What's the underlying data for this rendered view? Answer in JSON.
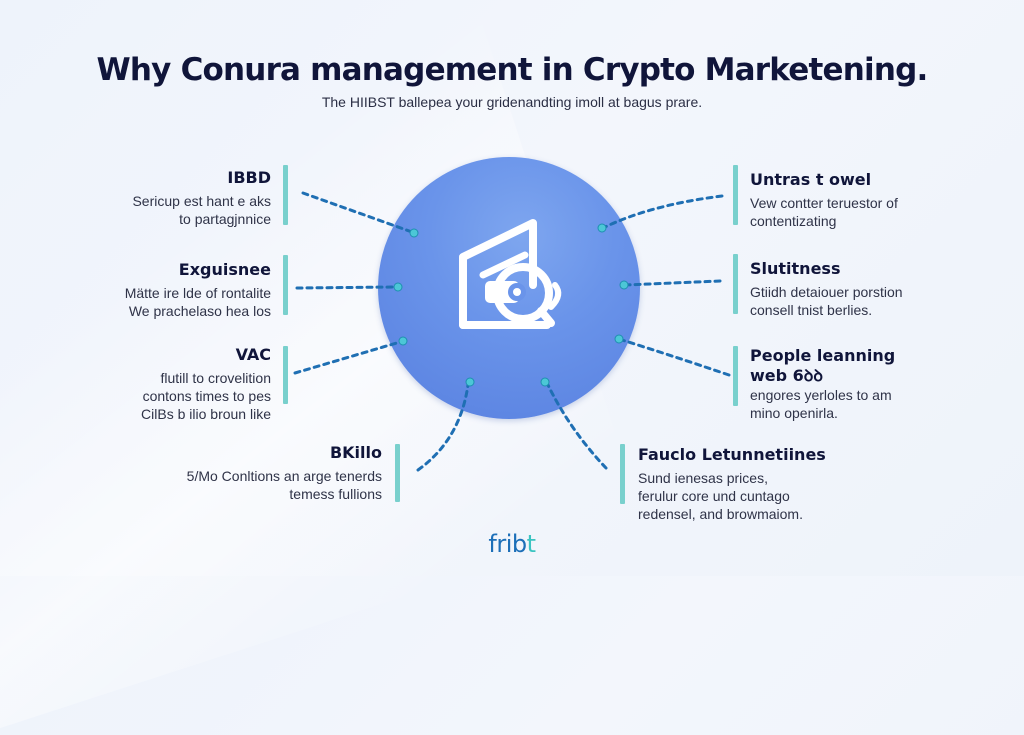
{
  "header": {
    "title": "Why Conura management  in Crypto Marketening.",
    "subtitle": "The HIIBST ballepea your gridenandting imoll at bagus prare."
  },
  "center": {
    "icon": "document-magnifier-logo-icon",
    "circle_color": "#6a94ea"
  },
  "left_items": [
    {
      "title": "IBBD",
      "body": "Sericup est hant e aks\nto      partagjnnice"
    },
    {
      "title": "Exguisnee",
      "body": "Mätte ire lde of rontalite\nWe prachelaso hea los"
    },
    {
      "title": "VAC",
      "body": "flutill to crovelition\ncontons times to pes\nCilBs b ilio broun like"
    },
    {
      "title": "BKillo",
      "body": "5/Mo Conltions an arge tenerds\ntemess fullions"
    }
  ],
  "right_items": [
    {
      "title": "Untras t owel",
      "body": "Vew contter teruestor of\ncontentizating"
    },
    {
      "title": "Slutitness",
      "body": "Gtiidh detaiouer porstion\nconsell tnist berlies."
    },
    {
      "title": "People leanning\nweb 6ꝺꝺ",
      "body": "engores yerloles to am\nmino openirla."
    },
    {
      "title": "Fauclo Letunnetiines",
      "body": "Sund ienesas prices,\nferulur core und cuntago\nredensel, and browmaiom."
    }
  ],
  "footer": {
    "brand_main": "frib",
    "brand_accent": "t"
  },
  "colors": {
    "accent_bar": "#79d0cd",
    "connector": "#1f6fb3",
    "title_text": "#10153a",
    "brand": "#1c6fb8",
    "brand_accent": "#3bc4c1"
  }
}
